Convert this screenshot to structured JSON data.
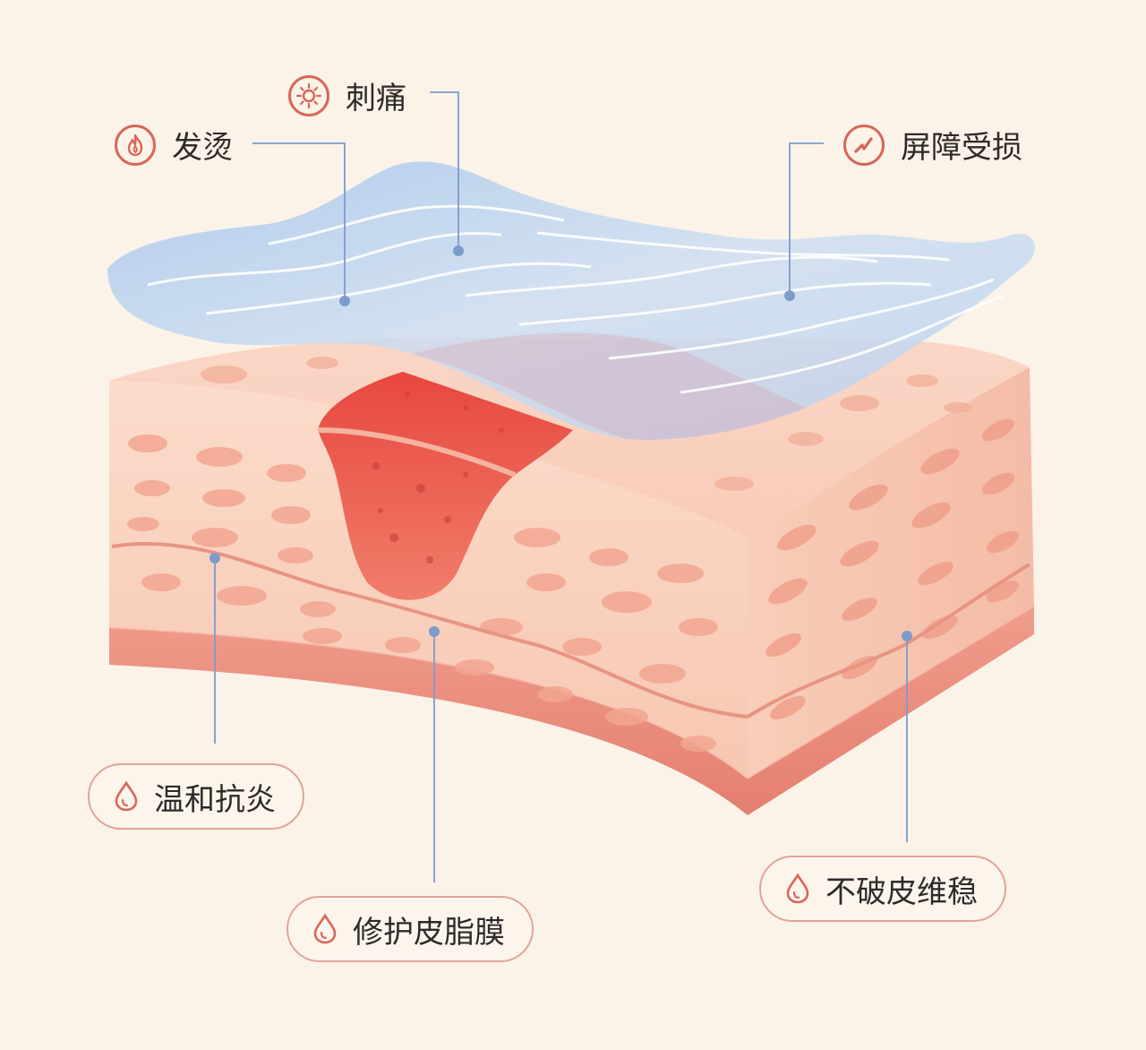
{
  "top_labels": [
    {
      "text": "发烫",
      "icon": "flame-icon"
    },
    {
      "text": "刺痛",
      "icon": "sun-icon"
    },
    {
      "text": "屏障受损",
      "icon": "broken-barrier-icon"
    }
  ],
  "bottom_labels": [
    {
      "text": "温和抗炎",
      "icon": "droplet-icon"
    },
    {
      "text": "修护皮脂膜",
      "icon": "droplet-icon"
    },
    {
      "text": "不破皮维稳",
      "icon": "droplet-icon"
    }
  ],
  "colors": {
    "background": "#fbf3e8",
    "accent": "#d9665a",
    "skin": "#f8c9b6",
    "wound": "#e9544a",
    "film": "#b7d3ef",
    "leader_line": "#7c9ccc"
  }
}
